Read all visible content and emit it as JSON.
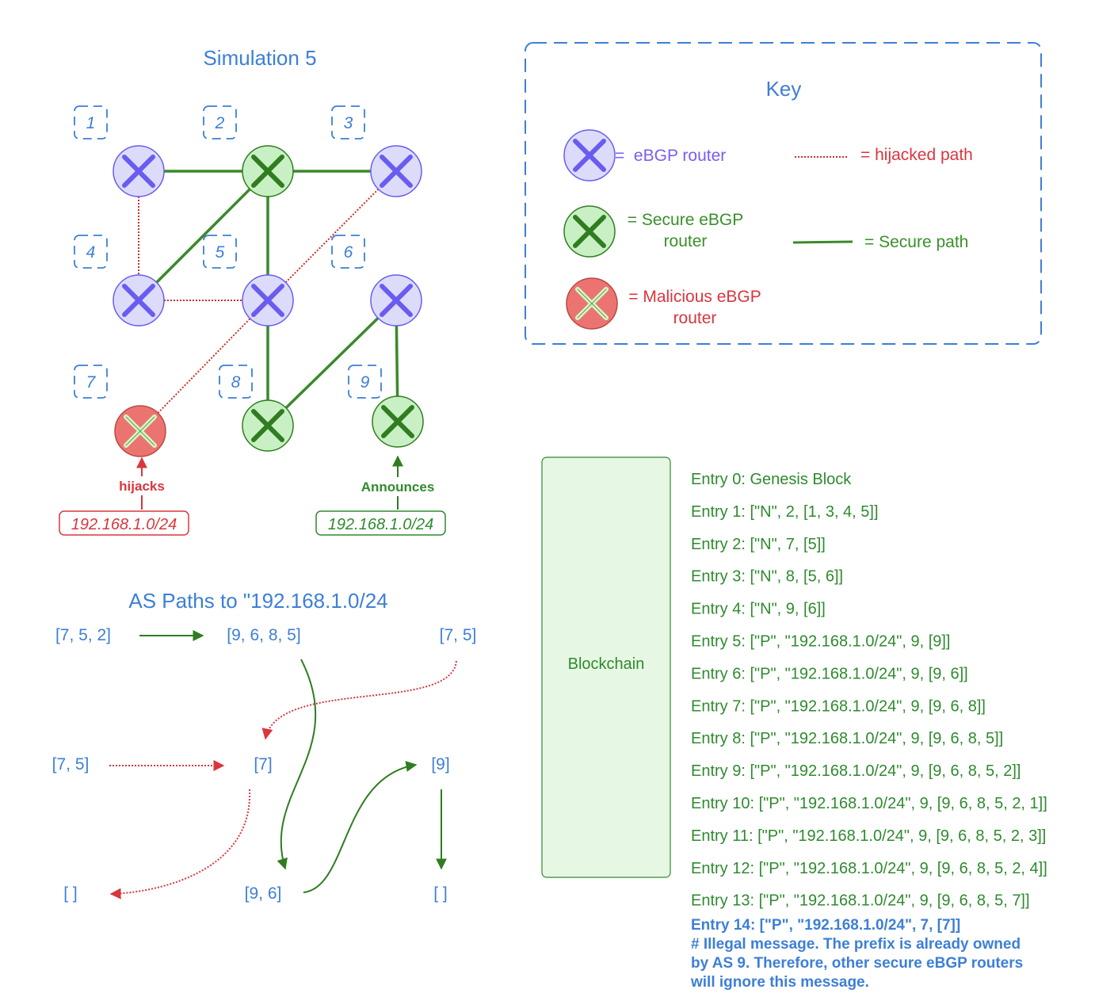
{
  "title": "Simulation 5",
  "as_numbers": [
    "1",
    "2",
    "3",
    "4",
    "5",
    "6",
    "7",
    "8",
    "9"
  ],
  "routers": [
    {
      "as": "1",
      "kind": "ebgp"
    },
    {
      "as": "2",
      "kind": "secure"
    },
    {
      "as": "3",
      "kind": "ebgp"
    },
    {
      "as": "4",
      "kind": "ebgp"
    },
    {
      "as": "5",
      "kind": "ebgp"
    },
    {
      "as": "6",
      "kind": "ebgp"
    },
    {
      "as": "7",
      "kind": "malicious"
    },
    {
      "as": "8",
      "kind": "secure"
    },
    {
      "as": "9",
      "kind": "secure"
    }
  ],
  "links": [
    {
      "from": "1",
      "to": "2",
      "style": "secure"
    },
    {
      "from": "2",
      "to": "3",
      "style": "secure"
    },
    {
      "from": "2",
      "to": "4",
      "style": "secure"
    },
    {
      "from": "2",
      "to": "5",
      "style": "secure"
    },
    {
      "from": "5",
      "to": "8",
      "style": "secure"
    },
    {
      "from": "8",
      "to": "6",
      "style": "secure"
    },
    {
      "from": "6",
      "to": "9",
      "style": "secure"
    },
    {
      "from": "1",
      "to": "4",
      "style": "hijacked"
    },
    {
      "from": "4",
      "to": "5",
      "style": "hijacked"
    },
    {
      "from": "5",
      "to": "3",
      "style": "hijacked"
    },
    {
      "from": "7",
      "to": "5",
      "style": "hijacked"
    }
  ],
  "hijack": {
    "label": "hijacks",
    "prefix": "192.168.1.0/24"
  },
  "announce": {
    "label": "Announces",
    "prefix": "192.168.1.0/24"
  },
  "key": {
    "title": "Key",
    "ebgp_router": "=  eBGP router",
    "hijacked_path": "= hijacked path",
    "secure_router_line1": "= Secure eBGP",
    "secure_router_line2": "router",
    "secure_path": "= Secure path",
    "malicious_line1": "= Malicious eBGP",
    "malicious_line2": "router"
  },
  "as_paths": {
    "title": "AS Paths to \"192.168.1.0/24",
    "labels": [
      "[7, 5, 2]",
      "[9, 6, 8, 5]",
      "[7, 5]",
      "[7, 5]",
      "[7]",
      "[9]",
      "[ ]",
      "[9, 6]",
      "[ ]"
    ]
  },
  "blockchain": {
    "label": "Blockchain",
    "entries": [
      "Entry 0: Genesis Block",
      "Entry 1: [\"N\", 2, [1, 3, 4, 5]]",
      "Entry 2: [\"N\", 7, [5]]",
      "Entry 3: [\"N\", 8, [5, 6]]",
      "Entry 4: [\"N\", 9, [6]]",
      "Entry 5: [\"P\", \"192.168.1.0/24\", 9, [9]]",
      "Entry 6: [\"P\", \"192.168.1.0/24\", 9, [9, 6]]",
      "Entry 7: [\"P\", \"192.168.1.0/24\", 9, [9, 6, 8]]",
      "Entry 8: [\"P\", \"192.168.1.0/24\", 9, [9, 6, 8, 5]]",
      "Entry 9: [\"P\", \"192.168.1.0/24\", 9, [9, 6, 8, 5, 2]]",
      "Entry 10: [\"P\", \"192.168.1.0/24\", 9, [9, 6, 8, 5, 2, 1]]",
      "Entry 11: [\"P\", \"192.168.1.0/24\", 9, [9, 6, 8, 5, 2, 3]]",
      "Entry 12: [\"P\", \"192.168.1.0/24\", 9, [9, 6, 8, 5, 2, 4]]",
      "Entry 13: [\"P\", \"192.168.1.0/24\", 9, [9, 6, 8, 5, 7]]"
    ],
    "illegal_entry": "Entry 14: [\"P\", \"192.168.1.0/24\", 7, [7]]",
    "note_lines": [
      "# Illegal message. The prefix is already owned",
      "by AS 9. Therefore, other secure eBGP routers",
      "will ignore this message."
    ]
  },
  "colors": {
    "ebgp_fill": "#dcdcfa",
    "ebgp_x": "#6a5cf0",
    "secure_fill": "#c9f0c4",
    "secure_x": "#2f7d20",
    "malicious_fill": "#ec7470",
    "malicious_x": "#d8f5c8",
    "secure_line": "#3a8a2a",
    "hijack_line": "#c8302c",
    "blue": "#3d7fd6"
  }
}
